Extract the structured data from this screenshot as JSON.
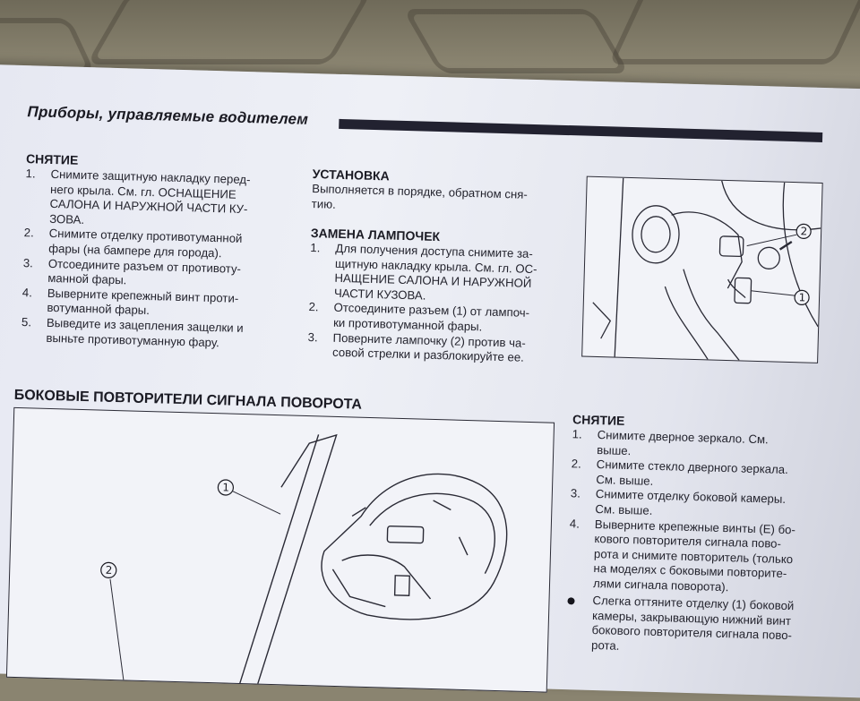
{
  "header": {
    "title": "Приборы, управляемые водителем"
  },
  "col1": {
    "heading": "СНЯТИЕ",
    "items": [
      {
        "n": "1.",
        "lines": [
          "Снимите защитную накладку перед-",
          "него крыла. См. гл. ОСНАЩЕНИЕ",
          "САЛОНА И НАРУЖНОЙ ЧАСТИ КУ-",
          "ЗОВА."
        ]
      },
      {
        "n": "2.",
        "lines": [
          "Снимите отделку противотуманной",
          "фары (на бампере для города)."
        ]
      },
      {
        "n": "3.",
        "lines": [
          "Отсоедините разъем от противоту-",
          "манной фары."
        ]
      },
      {
        "n": "4.",
        "lines": [
          "Выверните крепежный винт проти-",
          "вотуманной фары."
        ]
      },
      {
        "n": "5.",
        "lines": [
          "Выведите из зацепления защелки и",
          "выньте противотуманную фару."
        ]
      }
    ]
  },
  "col2": {
    "install_heading": "УСТАНОВКА",
    "install_lines": [
      "Выполняется в порядке, обратном сня-",
      "тию."
    ],
    "bulb_heading": "ЗАМЕНА ЛАМПОЧЕК",
    "items": [
      {
        "n": "1.",
        "lines": [
          "Для получения доступа снимите за-",
          "щитную накладку крыла. См. гл. ОС-",
          "НАЩЕНИЕ САЛОНА И НАРУЖНОЙ",
          "ЧАСТИ КУЗОВА."
        ]
      },
      {
        "n": "2.",
        "lines": [
          "Отсоедините разъем (1) от лампоч-",
          "ки противотуманной фары."
        ]
      },
      {
        "n": "3.",
        "lines": [
          "Поверните лампочку (2) против ча-",
          "совой стрелки и разблокируйте ее."
        ]
      }
    ]
  },
  "fig_top": {
    "callout_1": "1",
    "callout_2": "2"
  },
  "section2": {
    "heading": "БОКОВЫЕ ПОВТОРИТЕЛИ СИГНАЛА ПОВОРОТА"
  },
  "fig_bottom": {
    "callout_1": "1",
    "callout_2": "2"
  },
  "col3": {
    "heading": "СНЯТИЕ",
    "items": [
      {
        "n": "1.",
        "lines": [
          "Снимите дверное зеркало. См.",
          "выше."
        ]
      },
      {
        "n": "2.",
        "lines": [
          "Снимите стекло дверного зеркала.",
          "См. выше."
        ]
      },
      {
        "n": "3.",
        "lines": [
          "Снимите отделку боковой камеры.",
          "См. выше."
        ]
      },
      {
        "n": "4.",
        "lines": [
          "Выверните крепежные винты (E) бо-",
          "кового повторителя сигнала пово-",
          "рота и снимите повторитель (только",
          "на моделях с боковыми повторите-",
          "лями сигнала поворота)."
        ]
      }
    ],
    "bullet_lines": [
      "Слегка оттяните отделку (1) боковой",
      "камеры, закрывающую нижний винт",
      "бокового повторителя сигнала пово-",
      "рота."
    ]
  }
}
